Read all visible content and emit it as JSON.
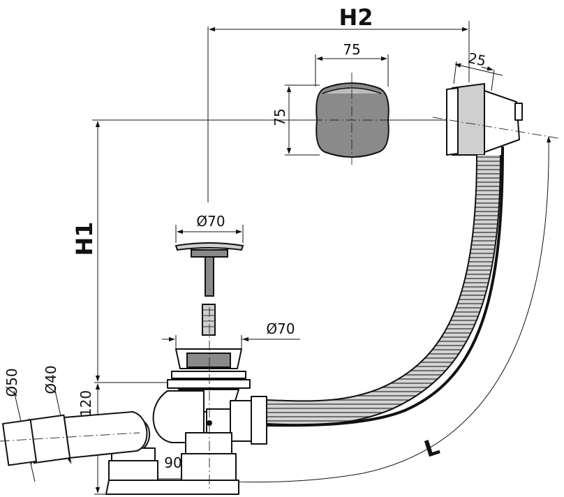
{
  "labels": {
    "h2": "H2",
    "h1": "H1",
    "l": "L",
    "overflow_width": "75",
    "overflow_height": "75",
    "overflow_depth": "25",
    "plug_diameter": "Ø70",
    "strainer_diameter": "Ø70",
    "outlet_d50": "Ø50",
    "outlet_d40": "Ø40",
    "height_120": "120",
    "offset_90": "90"
  }
}
